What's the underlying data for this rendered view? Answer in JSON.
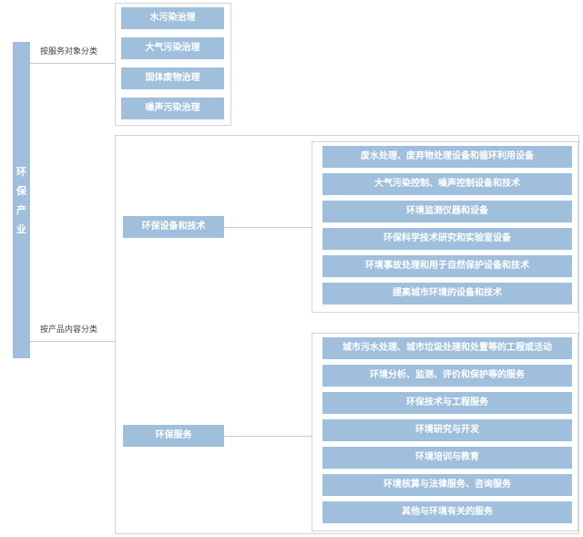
{
  "diagram": {
    "title": "环保产业",
    "root": {
      "label": "环保产业"
    },
    "branches": [
      {
        "label": "按服务对象分类"
      },
      {
        "label": "按产品内容分类"
      }
    ],
    "group_service_object": {
      "items": [
        "水污染治理",
        "大气污染治理",
        "固体废物治理",
        "噪声污染治理"
      ]
    },
    "group_product_content": {
      "nodes": [
        {
          "label": "环保设备和技术"
        },
        {
          "label": "环保服务"
        }
      ],
      "equipment_items": [
        "废水处理、废弃物处理设备和循环利用设备",
        "大气污染控制、噪声控制设备和技术",
        "环境监测仪器和设备",
        "环保科学技术研究和实验室设备",
        "环境事故处理和用于自然保护设备和技术",
        "提高城市环境的设备和技术"
      ],
      "service_items": [
        "城市污水处理、城市垃圾处理和处置等的工程或活动",
        "环境分析、监测、评价和保护等的服务",
        "环保技术与工程服务",
        "环境研究与开发",
        "环境培训与教育",
        "环境核算与法律服务、咨询服务",
        "其他与环境有关的服务"
      ]
    },
    "colors": {
      "box_fill": "#9FBFDC",
      "box_text": "#FFFFFF",
      "frame_border": "#D4D4D4",
      "connector": "#C8C8C8",
      "label_text": "#404040",
      "background": "#FFFFFF"
    }
  }
}
